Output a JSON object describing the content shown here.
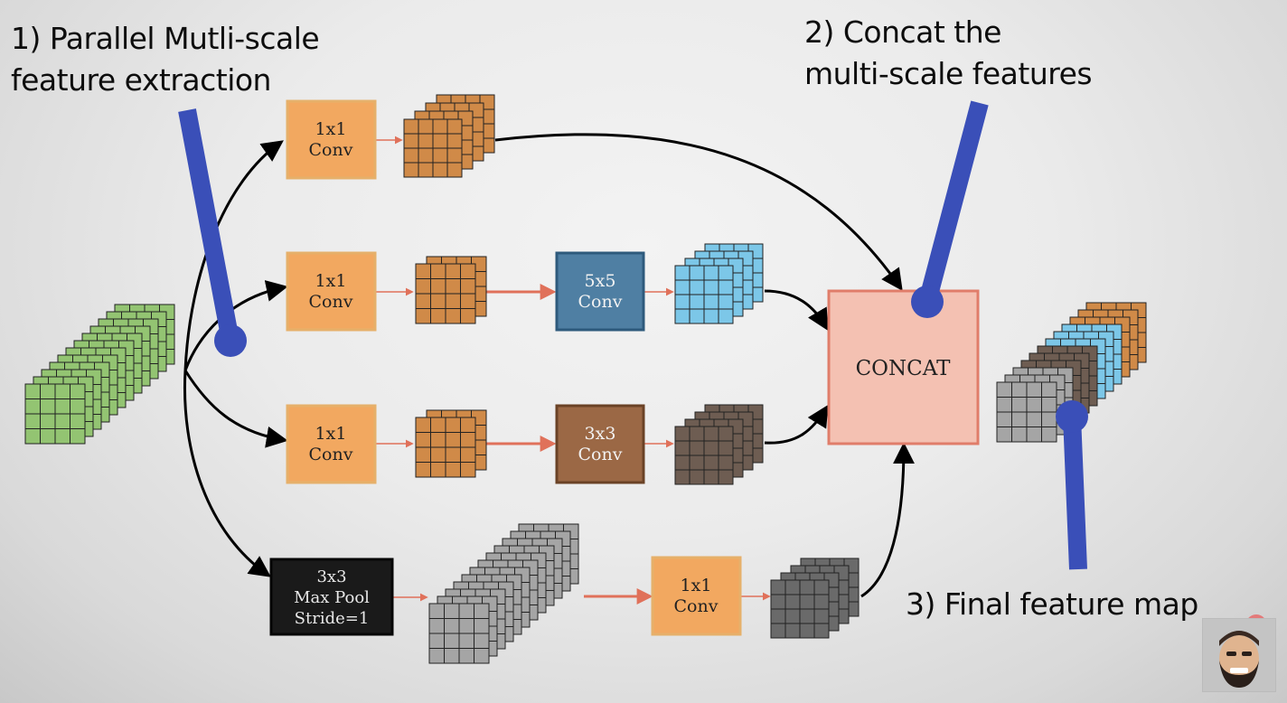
{
  "annotations": {
    "parallel_line1": "1) Parallel Mutli-scale",
    "parallel_line2": "feature extraction",
    "concat_line1": "2) Concat the",
    "concat_line2": "multi-scale features",
    "final": "3) Final feature map"
  },
  "blocks": {
    "conv1_a": [
      "1x1",
      "Conv"
    ],
    "conv1_b": [
      "1x1",
      "Conv"
    ],
    "conv1_c": [
      "1x1",
      "Conv"
    ],
    "conv5": [
      "5x5",
      "Conv"
    ],
    "conv3": [
      "3x3",
      "Conv"
    ],
    "maxpool": [
      "3x3",
      "Max Pool",
      "Stride=1"
    ],
    "conv1_d": [
      "1x1",
      "Conv"
    ],
    "concat": [
      "CONCAT"
    ]
  },
  "colors": {
    "input": "#93c472",
    "conv1x1": "#f2a860",
    "conv5x5": "#4f7fa3",
    "conv3x3": "#9b6845",
    "maxpool": "#1a1a1a",
    "concat": "#f4c1b2",
    "feat_orange": "#d08a48",
    "feat_blue": "#7cc7e8",
    "feat_brown": "#6e5d52",
    "feat_gray_light": "#a5a5a5",
    "feat_gray_dark": "#6a6a6a",
    "pointer": "#3a4fb8",
    "arrow_black": "#000000",
    "arrow_red": "#e0715a"
  },
  "icons": {
    "avatar": "bearded-face-avatar-icon",
    "balloon": "balloon-icon"
  }
}
